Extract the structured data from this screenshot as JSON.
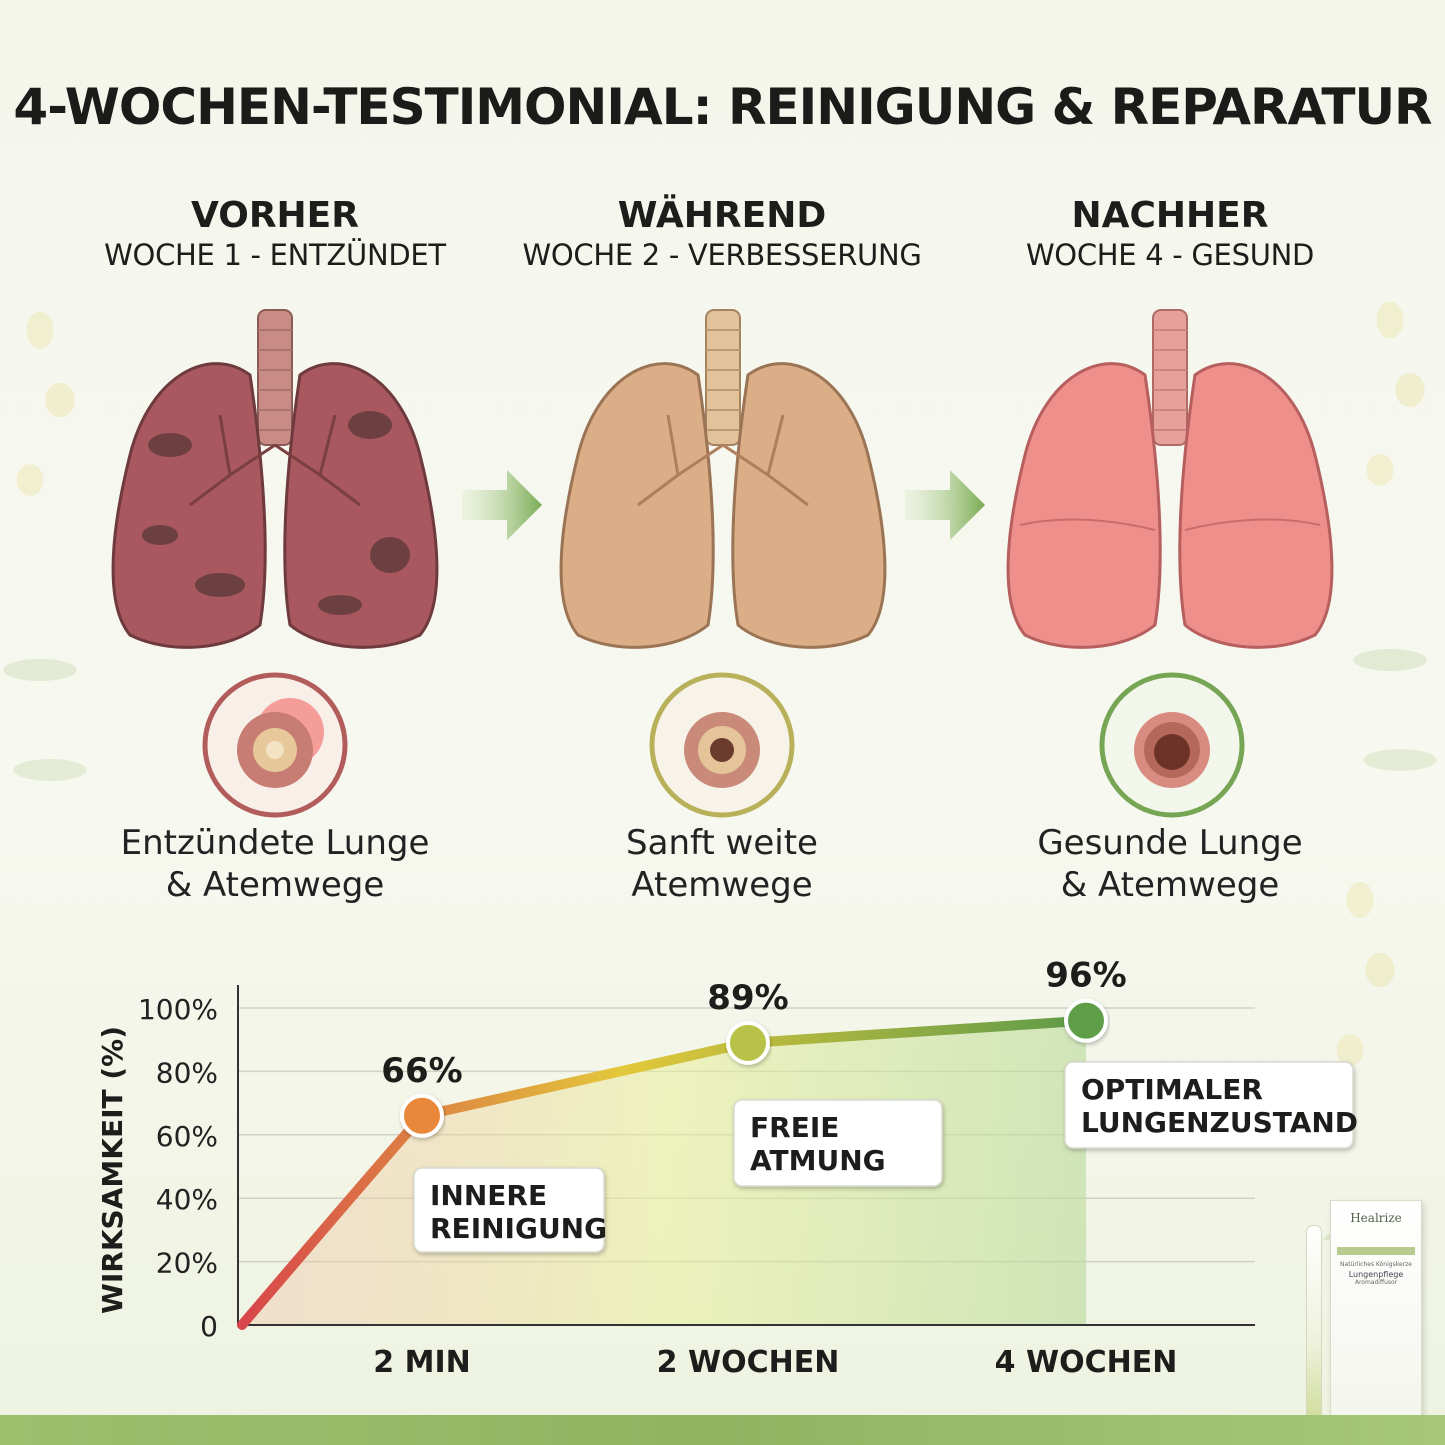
{
  "title": "4-WOCHEN-TESTIMONIAL: REINIGUNG & REPARATUR",
  "stages": [
    {
      "heading": "VORHER",
      "subheading": "WOCHE 1 - ENTZÜNDET",
      "caption_line1": "Entzündete Lunge",
      "caption_line2": "& Atemwege",
      "tint": "#a8585e"
    },
    {
      "heading": "WÄHREND",
      "subheading": "WOCHE 2 - VERBESSERUNG",
      "caption_line1": "Sanft weite",
      "caption_line2": "Atemwege",
      "tint": "#dcae88"
    },
    {
      "heading": "NACHHER",
      "subheading": "WOCHE 4 - GESUND",
      "caption_line1": "Gesunde Lunge",
      "caption_line2": "& Atemwege",
      "tint": "#ee8f8c"
    }
  ],
  "chart_data": {
    "type": "line",
    "ylabel": "WIRKSAMKEIT (%)",
    "xlabel": "",
    "ylim": [
      0,
      100
    ],
    "ytick_labels": [
      "0",
      "20%",
      "40%",
      "60%",
      "80%",
      "100%"
    ],
    "ytick_values": [
      0,
      20,
      40,
      60,
      80,
      100
    ],
    "x_tick_labels": [
      "2 MIN",
      "2 WOCHEN",
      "4 WOCHEN"
    ],
    "points": [
      {
        "x": "0",
        "y": 0
      },
      {
        "x": "2 MIN",
        "y": 66,
        "label": "66%",
        "callout_line1": "INNERE",
        "callout_line2": "REINIGUNG",
        "color": "#e9883a"
      },
      {
        "x": "2 WOCHEN",
        "y": 89,
        "label": "89%",
        "callout_line1": "FREIE",
        "callout_line2": "ATMUNG",
        "color": "#b8c24a"
      },
      {
        "x": "4 WOCHEN",
        "y": 96,
        "label": "96%",
        "callout_line1": "OPTIMALER",
        "callout_line2": "LUNGENZUSTAND",
        "color": "#5f9e4a"
      }
    ],
    "grid": true,
    "colors": {
      "start": "#d8454b",
      "mid": "#e3c83a",
      "end": "#5c9a48"
    }
  },
  "product": {
    "brand": "Healrize",
    "line1": "Natürliches Königskerze",
    "line2": "Lungenpflege",
    "line3": "Aromadiffusor"
  }
}
